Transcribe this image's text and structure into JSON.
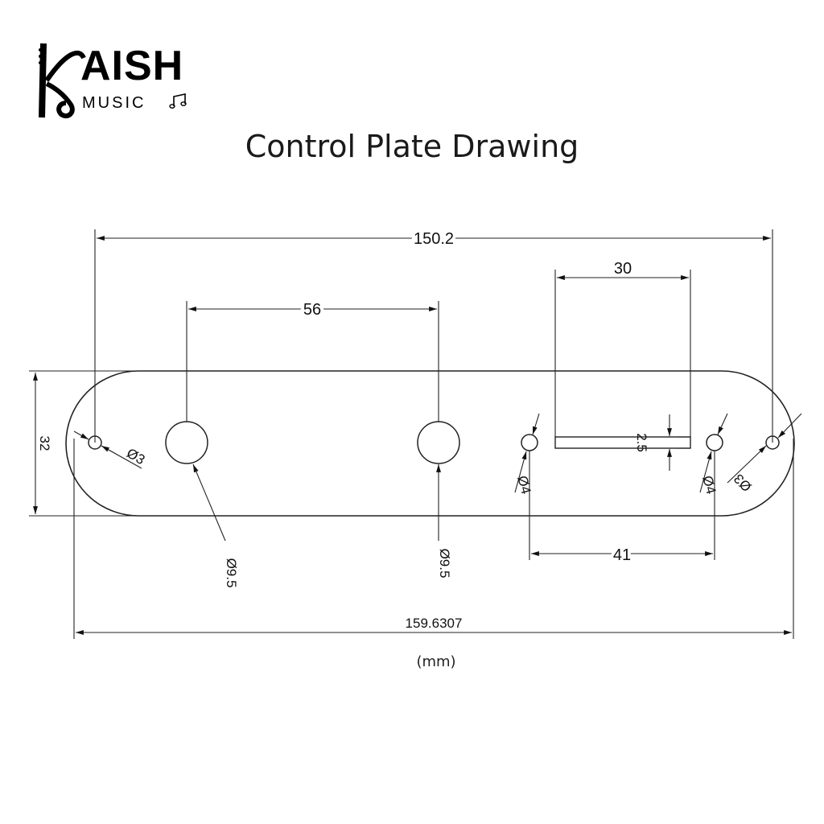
{
  "logo": {
    "main": "AISH",
    "sub": "MUSIC"
  },
  "title": "Control Plate Drawing",
  "unit": "(mm)",
  "dimensions": {
    "overall_hole_span": "150.2",
    "knob_spacing": "56",
    "slot_width": "30",
    "slot_height": "2.5",
    "screw_spacing": "41",
    "overall_length": "159.6307",
    "plate_width": "32",
    "end_hole_dia_left": "Ø3",
    "end_hole_dia_right": "Ø3",
    "knob_hole_dia_1": "Ø9.5",
    "knob_hole_dia_2": "Ø9.5",
    "screw_hole_dia_1": "Ø4",
    "screw_hole_dia_2": "Ø4"
  }
}
